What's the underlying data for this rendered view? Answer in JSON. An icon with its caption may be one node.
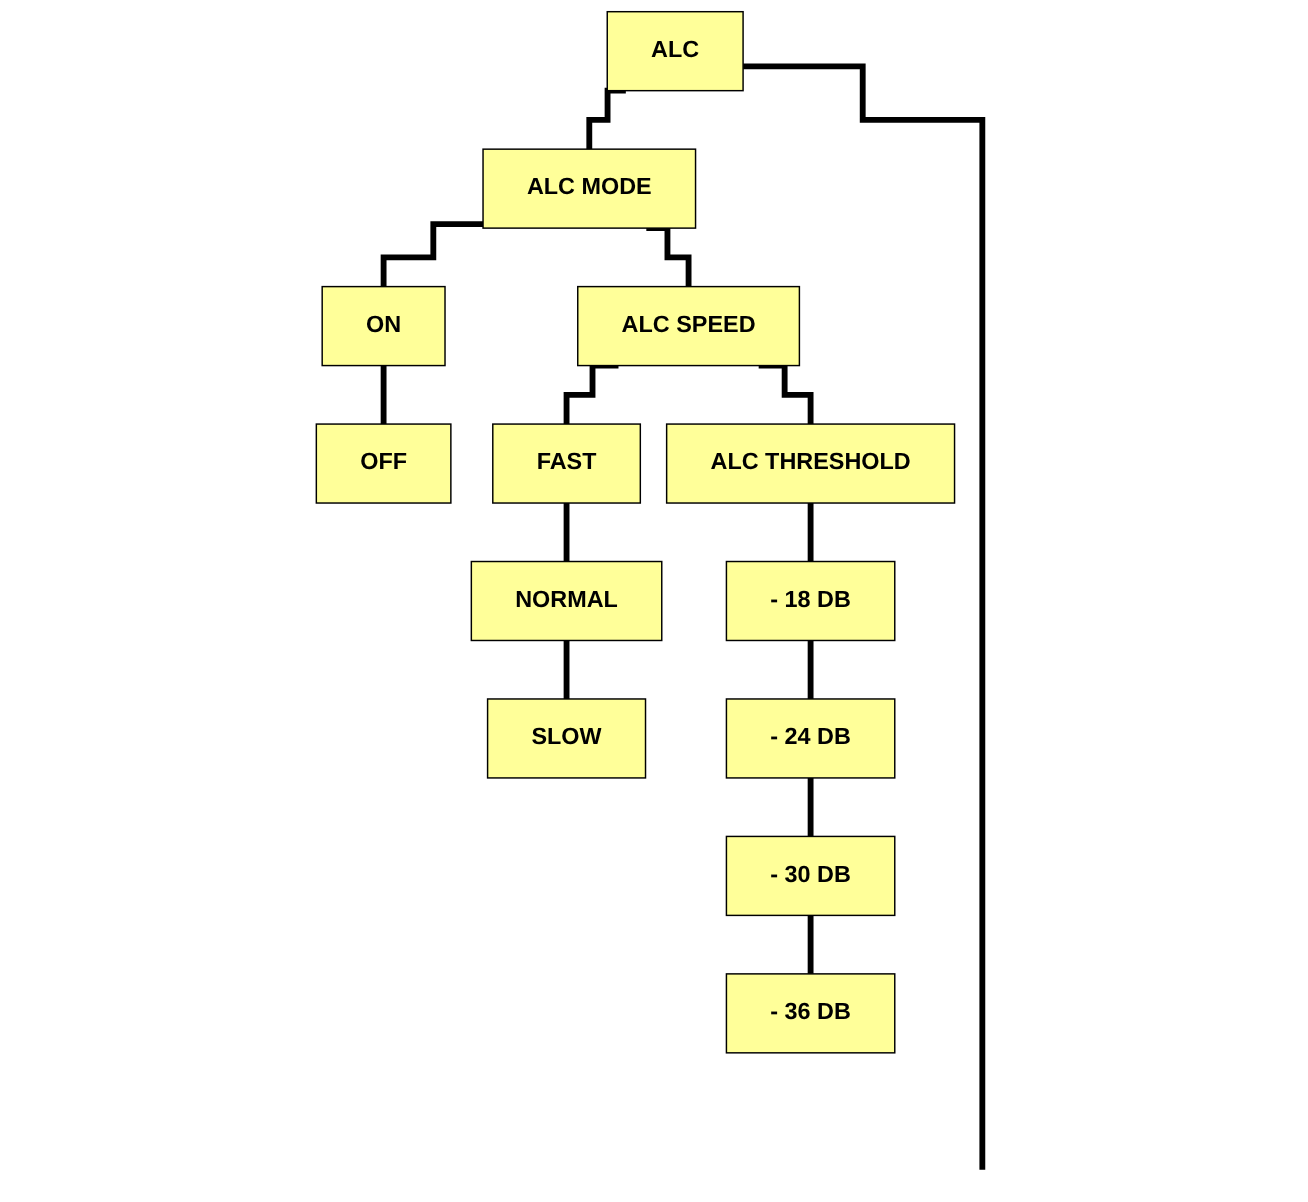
{
  "diagram": {
    "nodes": [
      {
        "text": [
          "ALC"
        ]
      },
      {
        "text": [
          "ALC MODE"
        ]
      },
      {
        "text": [
          "ON"
        ]
      },
      {
        "text": [
          "OFF"
        ]
      },
      {
        "text": [
          "ALC SPEED"
        ]
      },
      {
        "text": [
          "FAST"
        ]
      },
      {
        "text": [
          "NORMAL"
        ]
      },
      {
        "text": [
          "SLOW"
        ]
      },
      {
        "text": [
          "ALC THRESHOLD"
        ]
      },
      {
        "text": [
          "- 18 DB"
        ]
      },
      {
        "text": [
          "- 24 DB"
        ]
      },
      {
        "text": [
          "- 30 DB"
        ]
      },
      {
        "text": [
          "- 36 DB"
        ]
      }
    ],
    "edges": [
      {
        "from": 0,
        "to": 1,
        "arrow": "none"
      },
      {
        "from": 1,
        "to": 2,
        "arrow": "none"
      },
      {
        "from": 2,
        "to": 3,
        "arrow": "none"
      },
      {
        "from": 1,
        "to": 4,
        "arrow": "none"
      },
      {
        "from": 4,
        "to": 5,
        "arrow": "none"
      },
      {
        "from": 5,
        "to": 6,
        "arrow": "none"
      },
      {
        "from": 6,
        "to": 7,
        "arrow": "none"
      },
      {
        "from": 4,
        "to": 8,
        "arrow": "none"
      },
      {
        "from": 8,
        "to": 9,
        "arrow": "none"
      },
      {
        "from": 9,
        "to": 10,
        "arrow": "none"
      },
      {
        "from": 10,
        "to": 11,
        "arrow": "none"
      },
      {
        "from": 11,
        "to": 12,
        "arrow": "none"
      },
      {
        "from": 0,
        "to": null,
        "arrow": "none"
      }
    ]
  }
}
